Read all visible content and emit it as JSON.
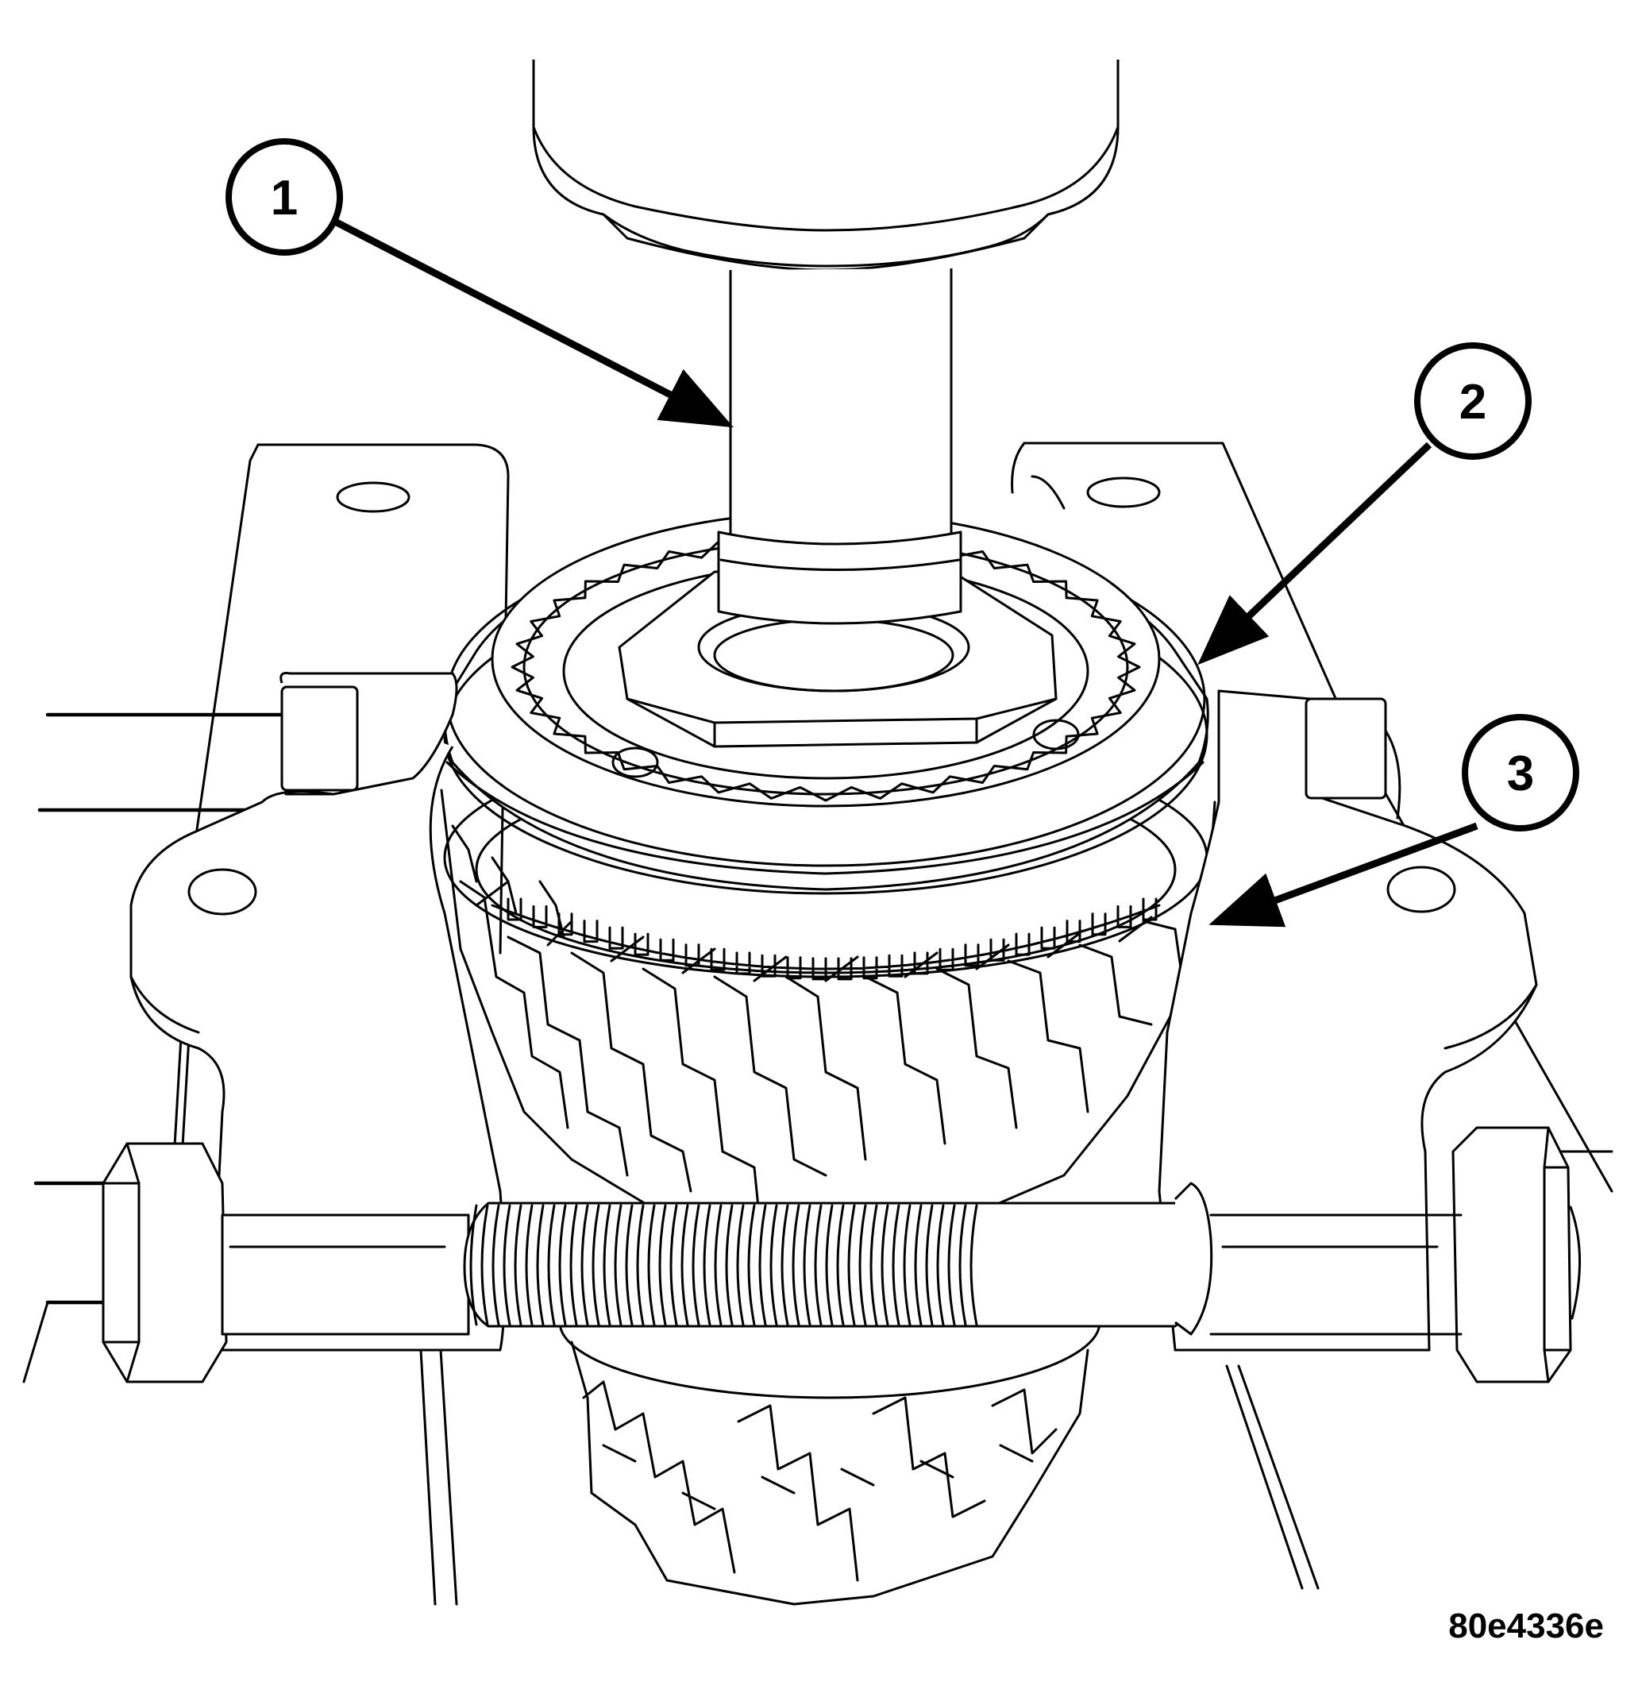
{
  "figure": {
    "id_label": "80e4336e",
    "callouts": [
      {
        "number": "1"
      },
      {
        "number": "2"
      },
      {
        "number": "3"
      }
    ]
  },
  "colors": {
    "line": "#000000",
    "background": "#ffffff"
  }
}
